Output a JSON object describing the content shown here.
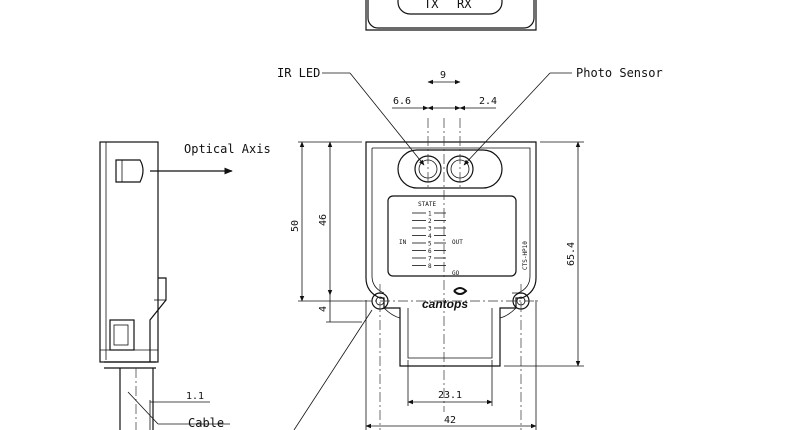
{
  "labels": {
    "ir_led": "IR LED",
    "photo_sensor": "Photo Sensor",
    "optical_axis": "Optical Axis",
    "cable": "Cable",
    "tx": "TX",
    "rx": "RX",
    "model": "CTS-HP10",
    "brand": "cantops"
  },
  "panel": {
    "state": "STATE",
    "in": "IN",
    "out": "OUT",
    "go": "GO",
    "scale": [
      "1",
      "2",
      "3",
      "4",
      "5",
      "6",
      "7",
      "8"
    ]
  },
  "dimensions": {
    "lens_pitch": "9",
    "left_offset": "6.6",
    "right_offset": "2.4",
    "height_50": "50",
    "height_46": "46",
    "height_4": "4",
    "height_65_4": "65.4",
    "width_23_1": "23.1",
    "width_42": "42",
    "side_1_1": "1.1"
  }
}
